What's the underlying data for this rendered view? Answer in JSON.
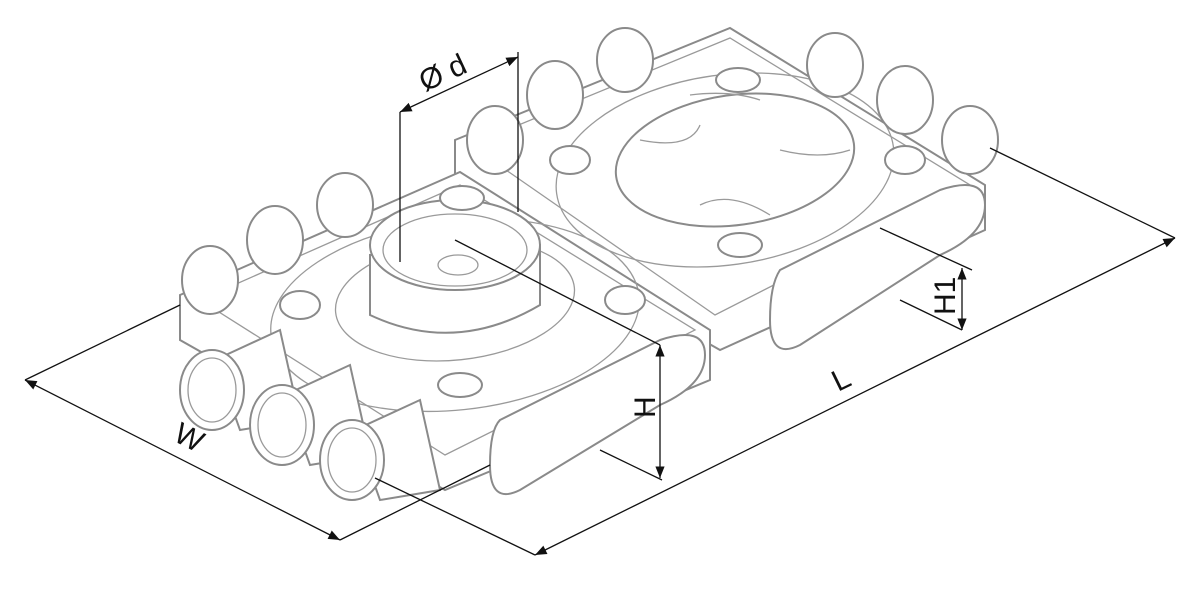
{
  "diagram": {
    "labels": {
      "diameter": "Ø d",
      "width": "W",
      "height": "H",
      "height1": "H1",
      "length": "L"
    }
  }
}
